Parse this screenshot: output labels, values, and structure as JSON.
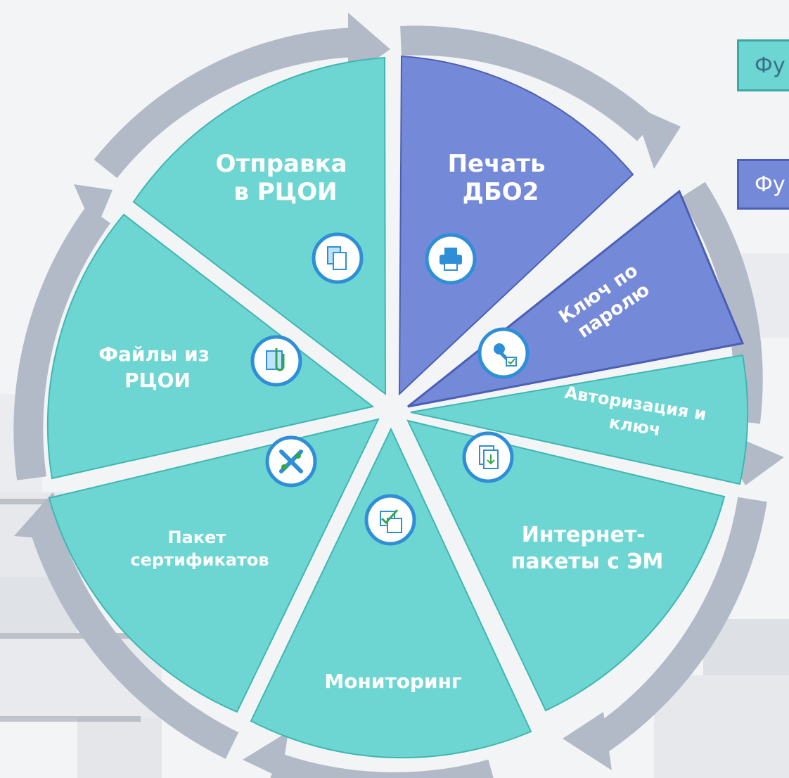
{
  "colors": {
    "teal": "#6ed6d2",
    "blue": "#7589d9",
    "ring": "#b2b9c7",
    "icon_stroke": "#2e8fd6",
    "label_white": "#ffffff"
  },
  "legend": {
    "item1": "Фу",
    "item2": "Фу"
  },
  "segments": [
    {
      "id": "otpravka",
      "lines": [
        "Отправка",
        "в РЦОИ"
      ],
      "color": "teal",
      "icon": "documents-icon"
    },
    {
      "id": "pechat",
      "lines": [
        "Печать",
        "ДБО2"
      ],
      "color": "blue",
      "icon": "printer-icon"
    },
    {
      "id": "klyuch-po-parolyu",
      "lines": [
        "Ключ по",
        "паролю"
      ],
      "color": "blue",
      "icon": "key-check-icon"
    },
    {
      "id": "avtorizaciya",
      "lines": [
        "Авторизация и",
        "ключ"
      ],
      "color": "teal",
      "icon": "none"
    },
    {
      "id": "internet-pakety",
      "lines": [
        "Интернет-",
        "пакеты с ЭМ"
      ],
      "color": "teal",
      "icon": "download-document-icon"
    },
    {
      "id": "monitoring",
      "lines": [
        "Мониторинг"
      ],
      "color": "teal",
      "icon": "checklist-icon"
    },
    {
      "id": "paket-sertifikatov",
      "lines": [
        "Пакет",
        "сертификатов"
      ],
      "color": "teal",
      "icon": "tools-icon"
    },
    {
      "id": "faily-iz-rcoi",
      "lines": [
        "Файлы из",
        "РЦОИ"
      ],
      "color": "teal",
      "icon": "clip-files-icon"
    }
  ]
}
